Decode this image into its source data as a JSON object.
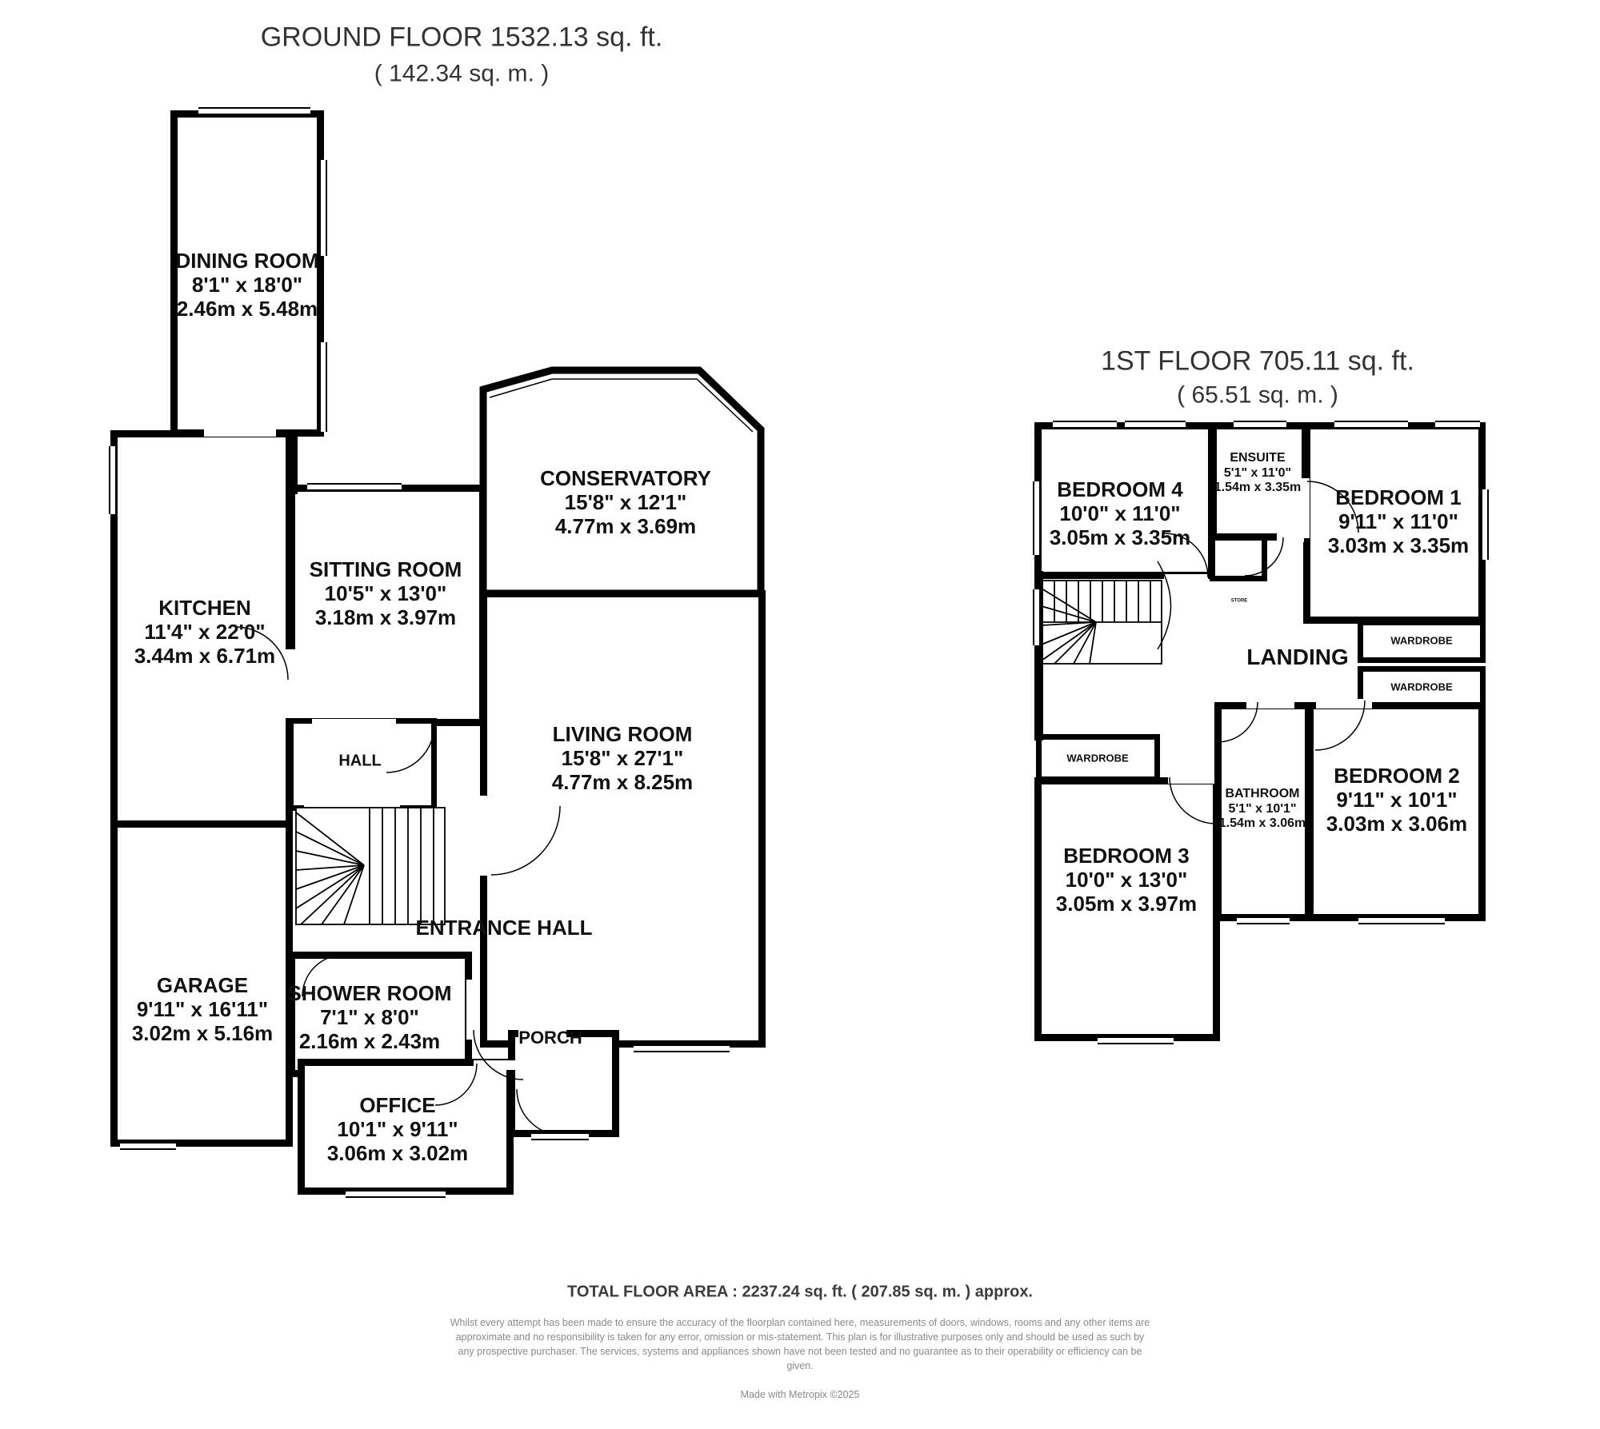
{
  "ground_floor": {
    "title": "GROUND FLOOR 1532.13 sq. ft.",
    "subtitle": "( 142.34 sq. m. )",
    "rooms": {
      "dining_room": {
        "name": "DINING ROOM",
        "imperial": "8'1\" x 18'0\"",
        "metric": "2.46m x 5.48m"
      },
      "kitchen": {
        "name": "KITCHEN",
        "imperial": "11'4\" x 22'0\"",
        "metric": "3.44m x 6.71m"
      },
      "sitting_room": {
        "name": "SITTING ROOM",
        "imperial": "10'5\" x 13'0\"",
        "metric": "3.18m x 3.97m"
      },
      "conservatory": {
        "name": "CONSERVATORY",
        "imperial": "15'8\" x 12'1\"",
        "metric": "4.77m x 3.69m"
      },
      "living_room": {
        "name": "LIVING ROOM",
        "imperial": "15'8\" x 27'1\"",
        "metric": "4.77m x 8.25m"
      },
      "hall": {
        "name": "HALL"
      },
      "entrance_hall": {
        "name": "ENTRANCE HALL"
      },
      "garage": {
        "name": "GARAGE",
        "imperial": "9'11\" x 16'11\"",
        "metric": "3.02m x 5.16m"
      },
      "shower_room": {
        "name": "SHOWER ROOM",
        "imperial": "7'1\" x 8'0\"",
        "metric": "2.16m x 2.43m"
      },
      "porch": {
        "name": "PORCH"
      },
      "office": {
        "name": "OFFICE",
        "imperial": "10'1\" x 9'11\"",
        "metric": "3.06m x 3.02m"
      }
    }
  },
  "first_floor": {
    "title": "1ST FLOOR 705.11 sq. ft.",
    "subtitle": "( 65.51 sq. m. )",
    "rooms": {
      "bedroom_4": {
        "name": "BEDROOM 4",
        "imperial": "10'0\" x 11'0\"",
        "metric": "3.05m x 3.35m"
      },
      "ensuite": {
        "name": "ENSUITE",
        "imperial": "5'1\" x 11'0\"",
        "metric": "1.54m x 3.35m"
      },
      "bedroom_1": {
        "name": "BEDROOM 1",
        "imperial": "9'11\" x 11'0\"",
        "metric": "3.03m x 3.35m"
      },
      "landing": {
        "name": "LANDING"
      },
      "store": {
        "name": "STORE"
      },
      "wardrobe_right_upper": {
        "name": "WARDROBE"
      },
      "wardrobe_right_lower": {
        "name": "WARDROBE"
      },
      "wardrobe_left": {
        "name": "WARDROBE"
      },
      "bedroom_3": {
        "name": "BEDROOM 3",
        "imperial": "10'0\" x 13'0\"",
        "metric": "3.05m x 3.97m"
      },
      "bathroom": {
        "name": "BATHROOM",
        "imperial": "5'1\" x 10'1\"",
        "metric": "1.54m x 3.06m"
      },
      "bedroom_2": {
        "name": "BEDROOM 2",
        "imperial": "9'11\" x 10'1\"",
        "metric": "3.03m x 3.06m"
      }
    }
  },
  "footer": {
    "total_area": "TOTAL FLOOR AREA : 2237.24 sq. ft. ( 207.85 sq. m. ) approx.",
    "disclaimer": "Whilst every attempt has been made to ensure the accuracy of the floorplan contained here, measurements of doors, windows, rooms and any other items are approximate and no responsibility is taken for any error, omission or mis-statement. This plan is for illustrative purposes only and should be used as such by any prospective purchaser. The services, systems and appliances shown have not been tested and no guarantee as to their operability or efficiency can be given.",
    "credit": "Made with Metropix ©2025"
  },
  "colors": {
    "wall": "#000000",
    "text": "#111111",
    "counter": "#e9e9e9"
  }
}
